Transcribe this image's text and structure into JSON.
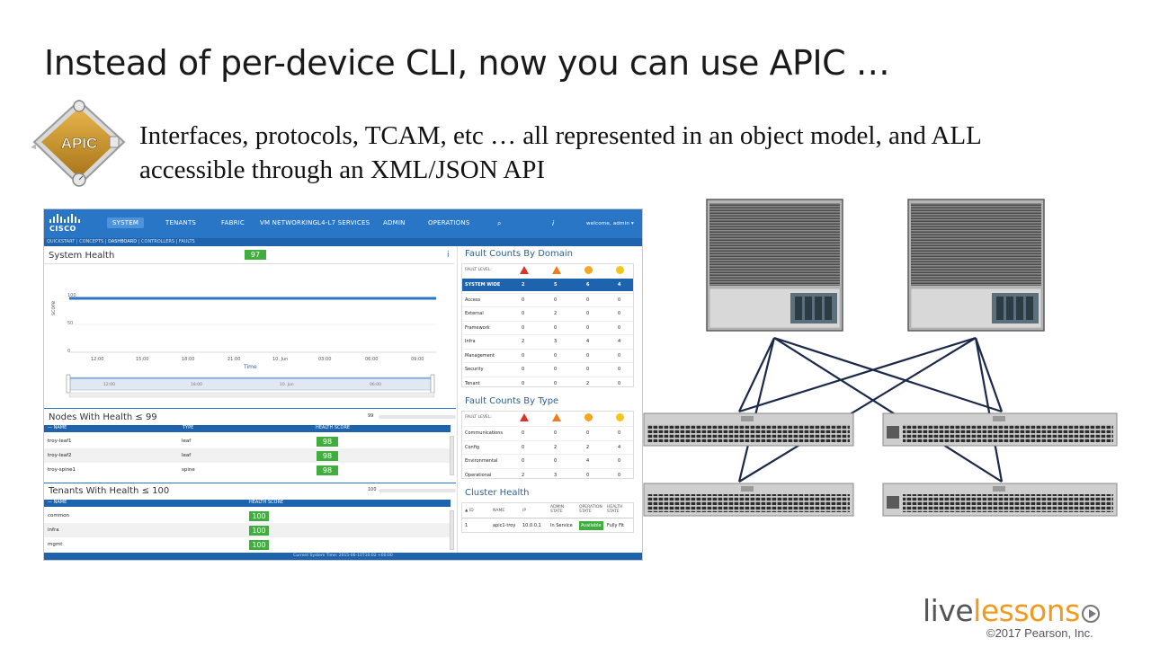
{
  "slide": {
    "title": "Instead of per-device CLI, now you can use APIC …",
    "subtitle_line1": "Interfaces, protocols, TCAM, etc … all represented in an object model, and ALL",
    "subtitle_line2": "accessible through an XML/JSON API",
    "badge_text": "APIC"
  },
  "apic": {
    "logo": "CISCO",
    "nav": [
      "SYSTEM",
      "TENANTS",
      "FABRIC",
      "VM NETWORKING",
      "L4-L7 SERVICES",
      "ADMIN",
      "OPERATIONS"
    ],
    "welcome": "welcome, admin ▾",
    "subnav": [
      "QUICKSTART",
      "CONCEPTS",
      "DASHBOARD",
      "CONTROLLERS",
      "FAULTS"
    ],
    "system_health": {
      "title": "System Health",
      "score": "97",
      "ylabel": "score",
      "yticks": [
        "100",
        "50",
        "0"
      ],
      "xticks": [
        "12:00",
        "15:00",
        "18:00",
        "21:00",
        "10. Jun",
        "03:00",
        "06:00",
        "09:00"
      ],
      "xlabel": "Time",
      "nav_ticks": [
        "12:00",
        "18:00",
        "10. Jun",
        "06:00"
      ]
    },
    "nodes": {
      "title": "Nodes With Health ≤ 99",
      "slider_value": "99",
      "headers": [
        "— NAME",
        "TYPE",
        "HEALTH SCORE"
      ],
      "rows": [
        {
          "name": "troy-leaf1",
          "type": "leaf",
          "score": "98"
        },
        {
          "name": "troy-leaf2",
          "type": "leaf",
          "score": "98"
        },
        {
          "name": "troy-spine1",
          "type": "spine",
          "score": "98"
        }
      ]
    },
    "tenants": {
      "title": "Tenants With Health ≤ 100",
      "slider_value": "100",
      "headers": [
        "— NAME",
        "HEALTH SCORE"
      ],
      "rows": [
        {
          "name": "common",
          "score": "100"
        },
        {
          "name": "infra",
          "score": "100"
        },
        {
          "name": "mgmt",
          "score": "100"
        }
      ]
    },
    "fault_domain": {
      "title": "Fault Counts By Domain",
      "level_label": "FAULT LEVEL:",
      "rows": [
        {
          "name": "SYSTEM WIDE",
          "v": [
            "2",
            "5",
            "6",
            "4"
          ]
        },
        {
          "name": "Access",
          "v": [
            "0",
            "0",
            "0",
            "0"
          ]
        },
        {
          "name": "External",
          "v": [
            "0",
            "2",
            "0",
            "0"
          ]
        },
        {
          "name": "Framework",
          "v": [
            "0",
            "0",
            "0",
            "0"
          ]
        },
        {
          "name": "Infra",
          "v": [
            "2",
            "3",
            "4",
            "4"
          ]
        },
        {
          "name": "Management",
          "v": [
            "0",
            "0",
            "0",
            "0"
          ]
        },
        {
          "name": "Security",
          "v": [
            "0",
            "0",
            "0",
            "0"
          ]
        },
        {
          "name": "Tenant",
          "v": [
            "0",
            "0",
            "2",
            "0"
          ]
        }
      ]
    },
    "fault_type": {
      "title": "Fault Counts By Type",
      "level_label": "FAULT LEVEL:",
      "rows": [
        {
          "name": "Communications",
          "v": [
            "0",
            "0",
            "0",
            "0"
          ]
        },
        {
          "name": "Config",
          "v": [
            "0",
            "2",
            "2",
            "4"
          ]
        },
        {
          "name": "Environmental",
          "v": [
            "0",
            "0",
            "4",
            "0"
          ]
        },
        {
          "name": "Operational",
          "v": [
            "2",
            "3",
            "0",
            "0"
          ]
        }
      ]
    },
    "cluster": {
      "title": "Cluster Health",
      "headers": [
        "▲ ID",
        "NAME",
        "IP",
        "ADMIN STATE",
        "OPERATION STATE",
        "HEALTH STATE"
      ],
      "row": {
        "id": "1",
        "name": "apic1-troy",
        "ip": "10.0.0.1",
        "admin": "In Service",
        "oper": "Available",
        "health": "Fully Fit"
      }
    },
    "footer": "Current System Time: 2015-06-10T10:02 +00:00"
  },
  "branding": {
    "live": "live",
    "lessons": "lessons",
    "copyright": "©2017 Pearson, Inc."
  },
  "colors": {
    "apic_blue": "#2a76c6",
    "apic_dark_blue": "#1e63ad",
    "health_green": "#3fae3f",
    "critical_red": "#d9342b",
    "major_orange": "#f07d1a",
    "minor_amber": "#f5a623",
    "warning_yellow": "#f5c518",
    "brand_orange": "#f39a1e",
    "topology_link": "#1b2a4a"
  }
}
